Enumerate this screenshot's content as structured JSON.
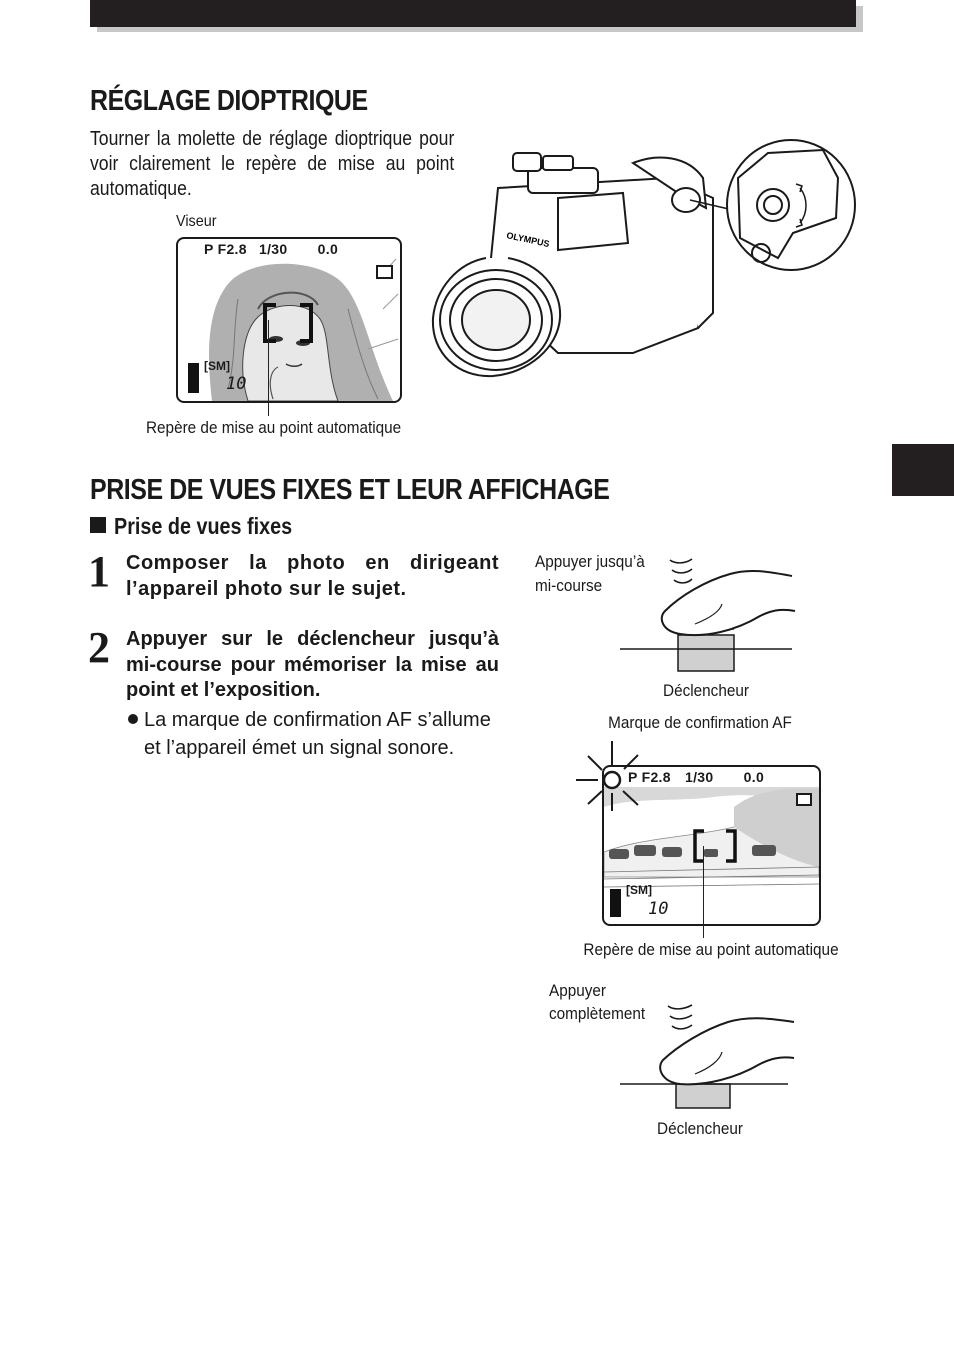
{
  "section1": {
    "title": "RÉGLAGE DIOPTRIQUE",
    "paragraph": "Tourner la molette de réglage dioptrique pour voir clairement le repère de mise au point automatique.",
    "viewfinder_label": "Viseur",
    "af_target_label": "Repère de mise au point automatique"
  },
  "viewfinder": {
    "mode": "P",
    "aperture": "F2.8",
    "shutter": "1/30",
    "exposure_comp": "0.0",
    "quality": "[SM]",
    "frames_remaining": "10"
  },
  "camera_brand": "OLYMPUS",
  "section2": {
    "title": "PRISE DE VUES FIXES ET LEUR AFFICHAGE",
    "subheading": "Prise de vues fixes",
    "steps": [
      {
        "number": "1",
        "text": "Composer la photo en dirigeant l’appareil photo sur le sujet."
      },
      {
        "number": "2",
        "text": "Appuyer sur le déclencheur jusqu’à mi-course pour mémoriser la mise au point et l’exposition.",
        "bullet": "La marque de confirmation AF s’allume et l’appareil émet un signal sonore."
      }
    ]
  },
  "diagrams": {
    "half_press_line1": "Appuyer jusqu’à",
    "half_press_line2": "mi-course",
    "shutter_label_1": "Déclencheur",
    "af_confirm_label": "Marque de confirmation AF",
    "af_target_label_2": "Repère de mise au point automatique",
    "full_press_line1": "Appuyer",
    "full_press_line2": "complètement",
    "shutter_label_2": "Déclencheur"
  }
}
